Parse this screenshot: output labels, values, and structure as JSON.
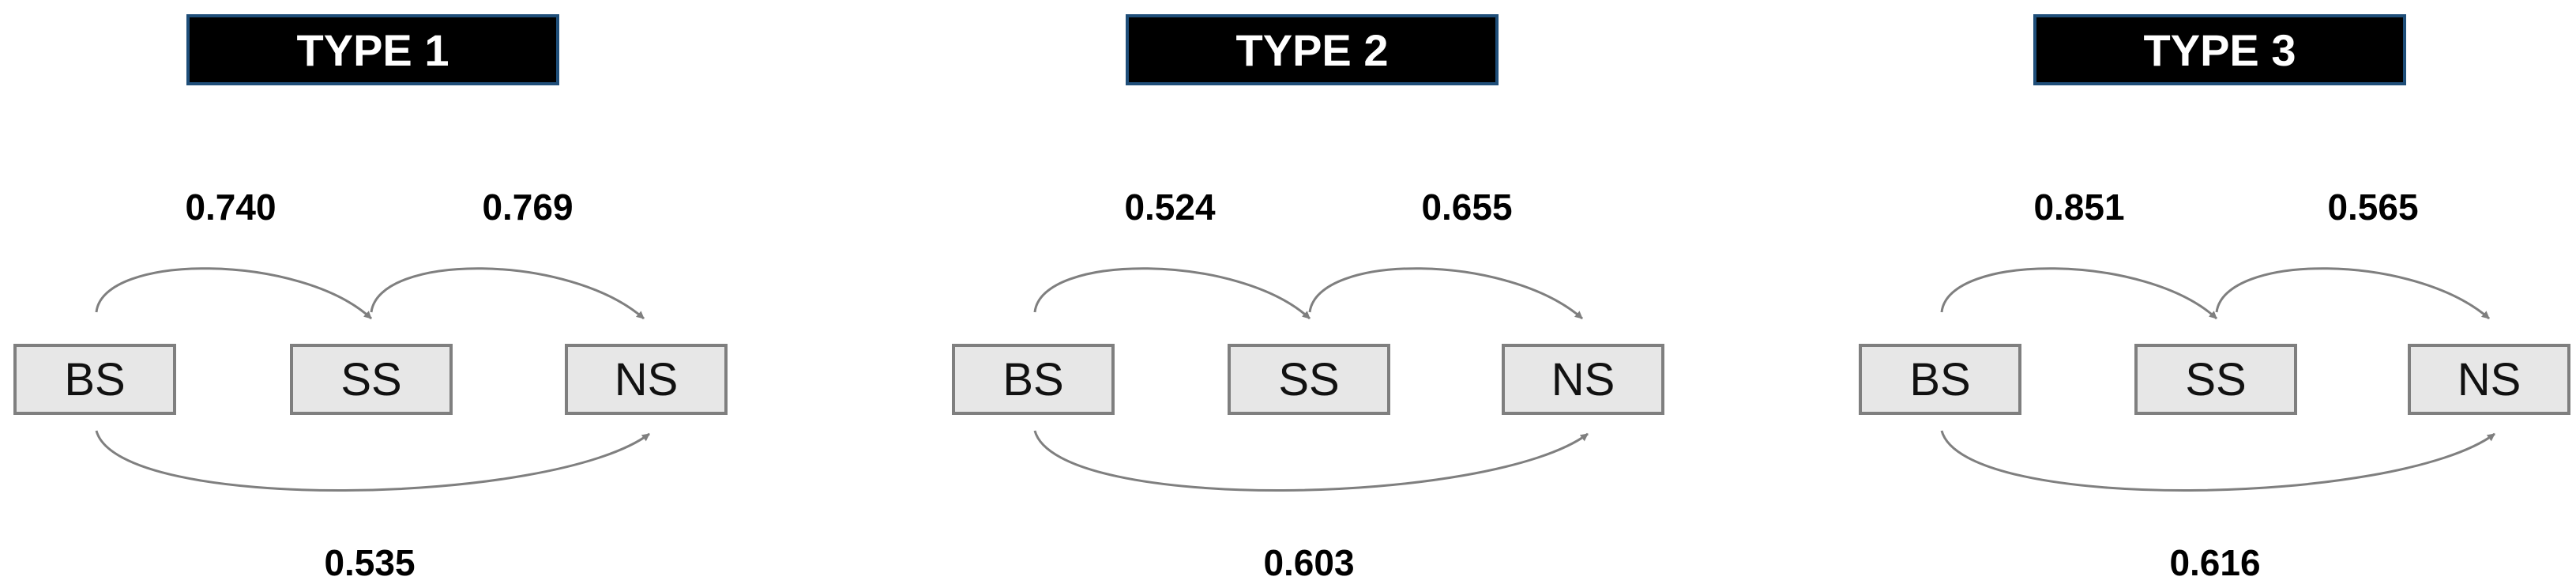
{
  "panels": [
    {
      "title": "TYPE 1",
      "nodes": {
        "bs": "BS",
        "ss": "SS",
        "ns": "NS"
      },
      "weights": {
        "bs_ss": "0.740",
        "ss_ns": "0.769",
        "bs_ns": "0.535"
      }
    },
    {
      "title": "TYPE 2",
      "nodes": {
        "bs": "BS",
        "ss": "SS",
        "ns": "NS"
      },
      "weights": {
        "bs_ss": "0.524",
        "ss_ns": "0.655",
        "bs_ns": "0.603"
      }
    },
    {
      "title": "TYPE 3",
      "nodes": {
        "bs": "BS",
        "ss": "SS",
        "ns": "NS"
      },
      "weights": {
        "bs_ss": "0.851",
        "ss_ns": "0.565",
        "bs_ns": "0.616"
      }
    }
  ],
  "colors": {
    "arrow": "#7f7f7f",
    "title_bg": "#000000",
    "title_border": "#1f4e79",
    "node_bg": "#e7e7e7"
  }
}
